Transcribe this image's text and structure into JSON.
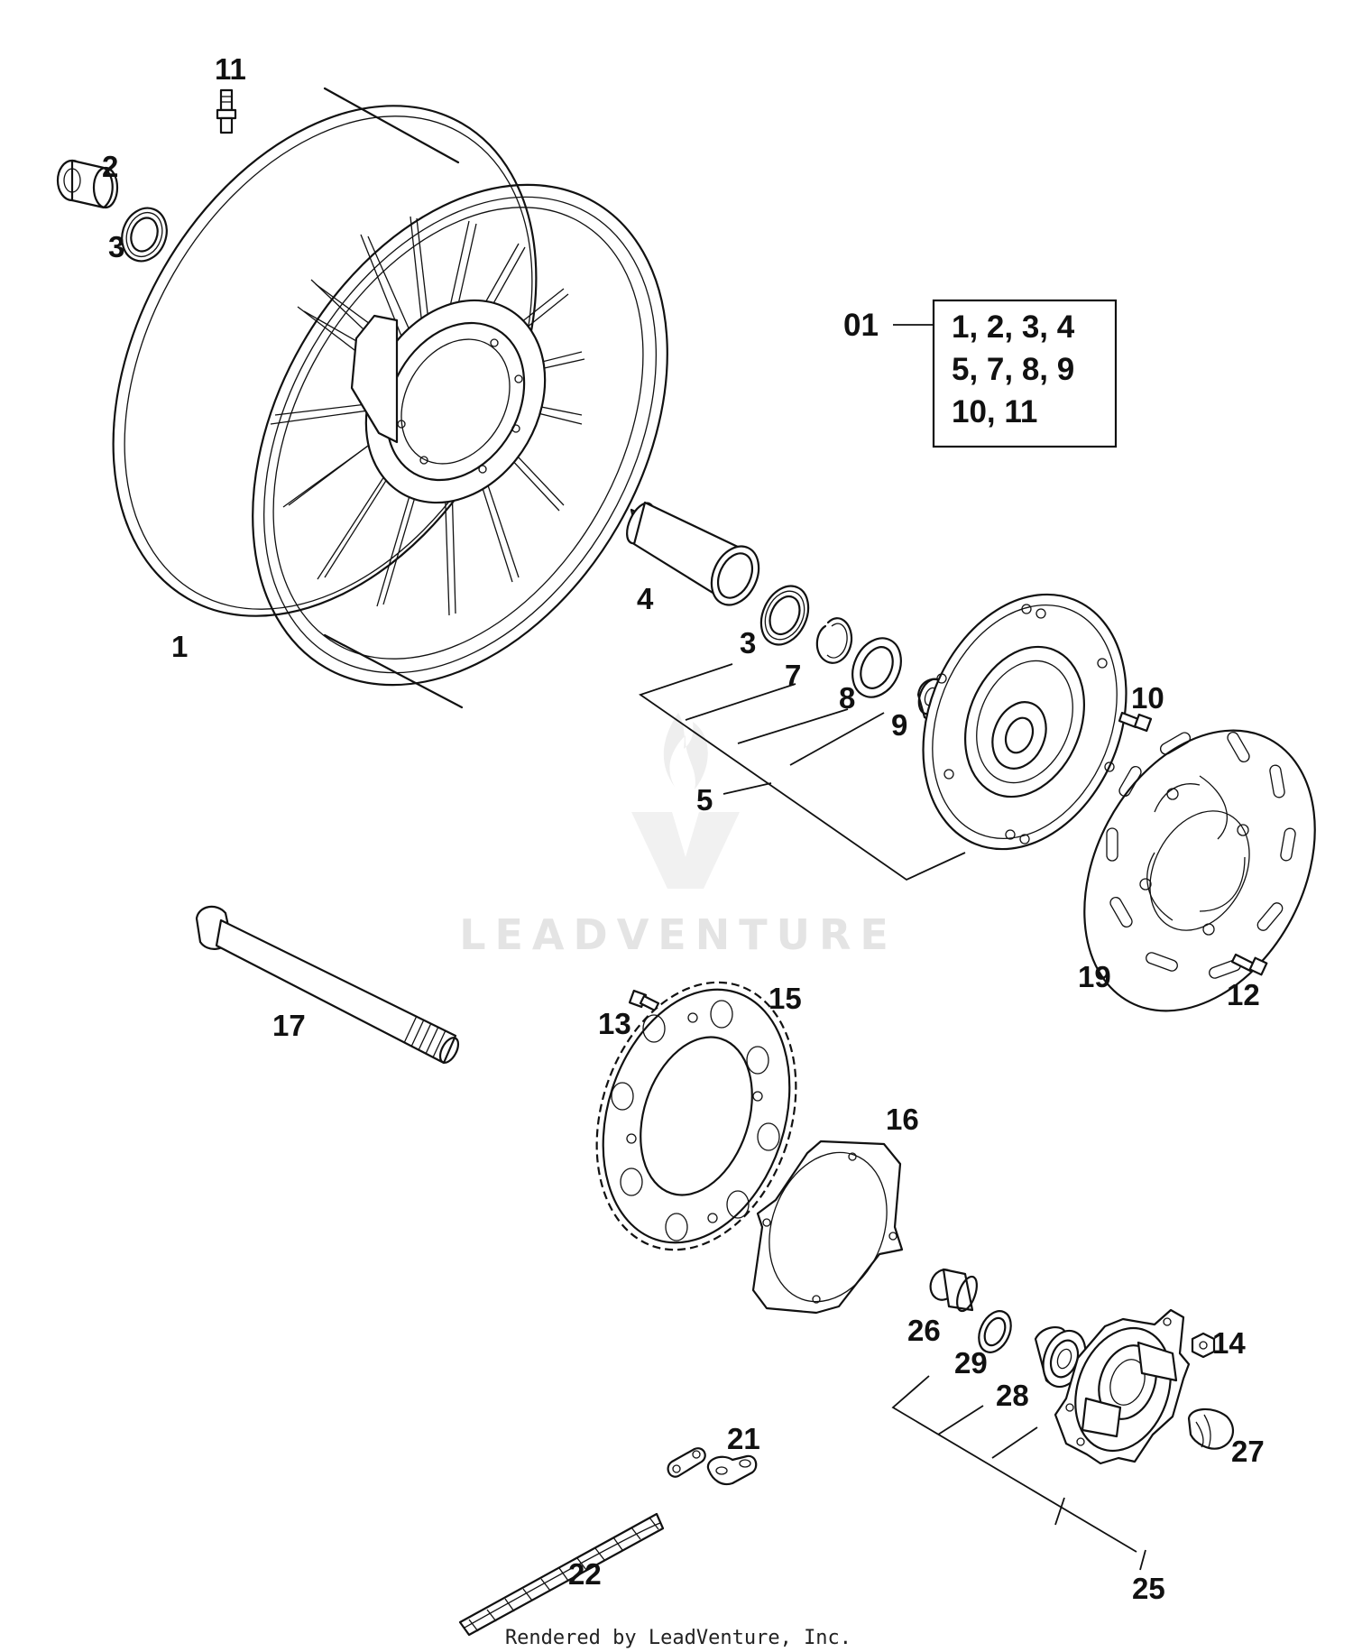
{
  "diagram": {
    "callouts": [
      {
        "id": "11",
        "text": "11"
      },
      {
        "id": "2",
        "text": "2"
      },
      {
        "id": "3a",
        "text": "3"
      },
      {
        "id": "1",
        "text": "1"
      },
      {
        "id": "4",
        "text": "4"
      },
      {
        "id": "3b",
        "text": "3"
      },
      {
        "id": "7",
        "text": "7"
      },
      {
        "id": "8",
        "text": "8"
      },
      {
        "id": "9",
        "text": "9"
      },
      {
        "id": "5",
        "text": "5"
      },
      {
        "id": "10",
        "text": "10"
      },
      {
        "id": "19",
        "text": "19"
      },
      {
        "id": "12",
        "text": "12"
      },
      {
        "id": "17",
        "text": "17"
      },
      {
        "id": "13",
        "text": "13"
      },
      {
        "id": "15",
        "text": "15"
      },
      {
        "id": "16",
        "text": "16"
      },
      {
        "id": "26",
        "text": "26"
      },
      {
        "id": "29",
        "text": "29"
      },
      {
        "id": "28",
        "text": "28"
      },
      {
        "id": "14",
        "text": "14"
      },
      {
        "id": "27",
        "text": "27"
      },
      {
        "id": "25",
        "text": "25"
      },
      {
        "id": "21",
        "text": "21"
      },
      {
        "id": "22",
        "text": "22"
      }
    ],
    "kit": {
      "label": "01",
      "lines": [
        "1, 2, 3, 4",
        "5, 7, 8, 9",
        "10, 11"
      ]
    },
    "watermark": "LEADVENTURE",
    "footer": "Rendered by LeadVenture, Inc."
  }
}
